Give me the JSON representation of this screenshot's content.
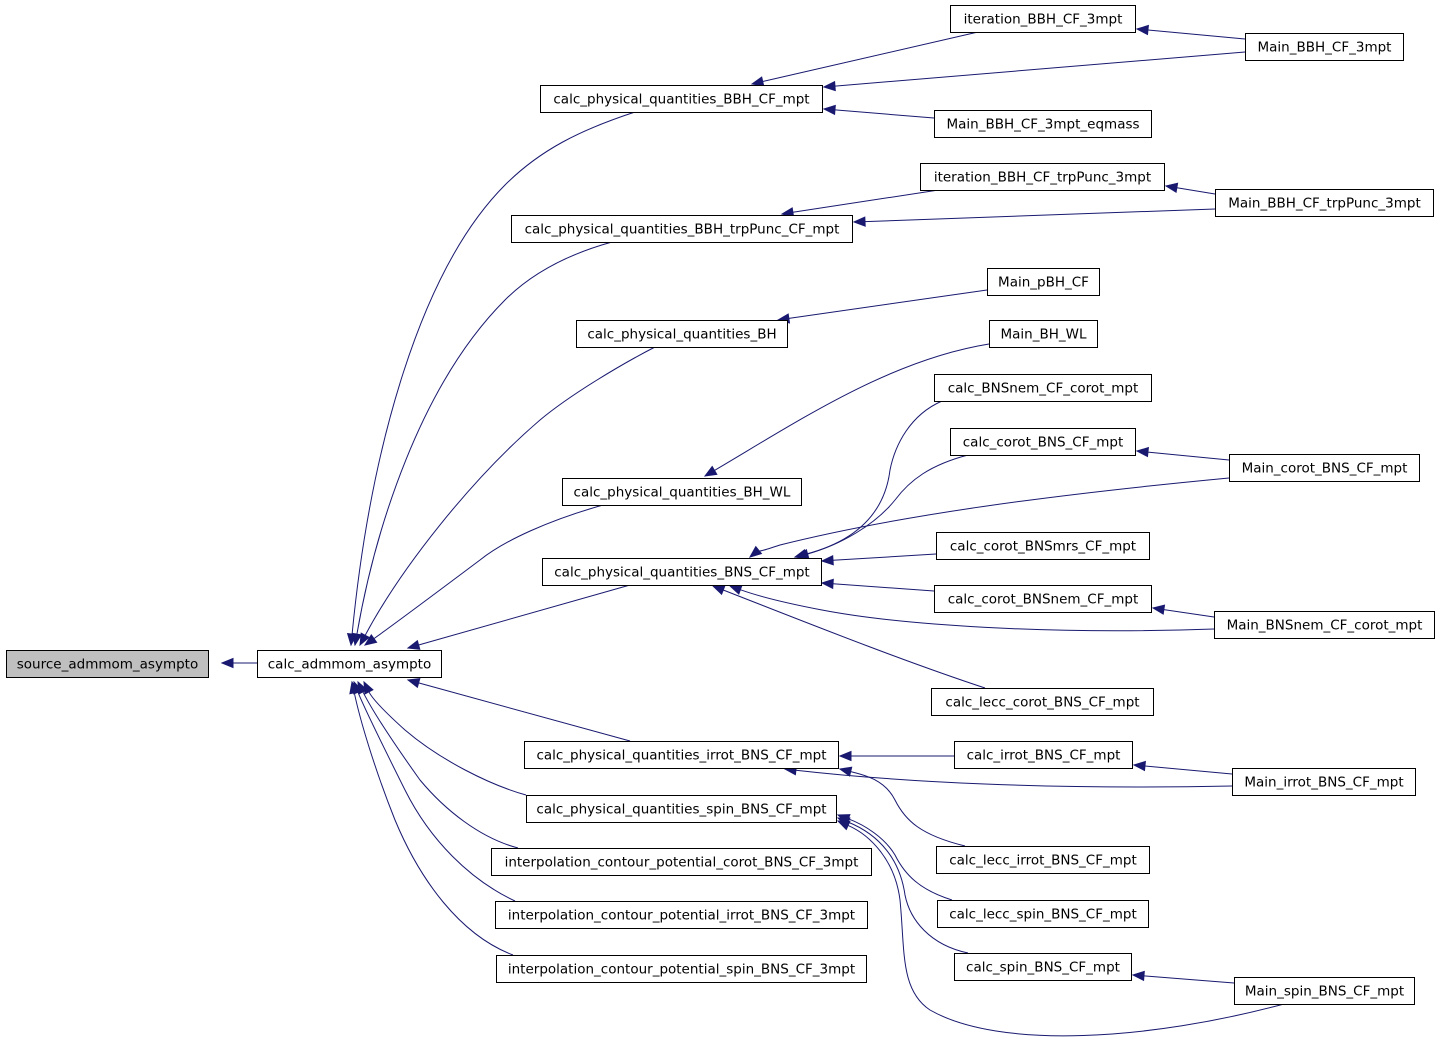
{
  "nodes": [
    {
      "id": "source_admmom_asympto",
      "label": "source_admmom_asympto",
      "highlight": true
    },
    {
      "id": "calc_admmom_asympto",
      "label": "calc_admmom_asympto"
    },
    {
      "id": "cpq_BBH_CF",
      "label": "calc_physical_quantities_BBH_CF_mpt"
    },
    {
      "id": "cpq_BBH_trp",
      "label": "calc_physical_quantities_BBH_trpPunc_CF_mpt"
    },
    {
      "id": "cpq_BH",
      "label": "calc_physical_quantities_BH"
    },
    {
      "id": "cpq_BH_WL",
      "label": "calc_physical_quantities_BH_WL"
    },
    {
      "id": "cpq_BNS",
      "label": "calc_physical_quantities_BNS_CF_mpt"
    },
    {
      "id": "cpq_irrot",
      "label": "calc_physical_quantities_irrot_BNS_CF_mpt"
    },
    {
      "id": "cpq_spin",
      "label": "calc_physical_quantities_spin_BNS_CF_mpt"
    },
    {
      "id": "icp_corot",
      "label": "interpolation_contour_potential_corot_BNS_CF_3mpt"
    },
    {
      "id": "icp_irrot",
      "label": "interpolation_contour_potential_irrot_BNS_CF_3mpt"
    },
    {
      "id": "icp_spin",
      "label": "interpolation_contour_potential_spin_BNS_CF_3mpt"
    },
    {
      "id": "it_BBH_3mpt",
      "label": "iteration_BBH_CF_3mpt"
    },
    {
      "id": "Main_BBH_eqmass",
      "label": "Main_BBH_CF_3mpt_eqmass"
    },
    {
      "id": "it_BBH_trp",
      "label": "iteration_BBH_CF_trpPunc_3mpt"
    },
    {
      "id": "Main_pBH",
      "label": "Main_pBH_CF"
    },
    {
      "id": "Main_BH_WL",
      "label": "Main_BH_WL"
    },
    {
      "id": "c_BNSnem_corot",
      "label": "calc_BNSnem_CF_corot_mpt"
    },
    {
      "id": "c_corot_BNS",
      "label": "calc_corot_BNS_CF_mpt"
    },
    {
      "id": "c_corot_BNSmrs",
      "label": "calc_corot_BNSmrs_CF_mpt"
    },
    {
      "id": "c_corot_BNSnem",
      "label": "calc_corot_BNSnem_CF_mpt"
    },
    {
      "id": "c_lecc_corot",
      "label": "calc_lecc_corot_BNS_CF_mpt"
    },
    {
      "id": "c_irrot_BNS",
      "label": "calc_irrot_BNS_CF_mpt"
    },
    {
      "id": "c_lecc_irrot",
      "label": "calc_lecc_irrot_BNS_CF_mpt"
    },
    {
      "id": "c_lecc_spin",
      "label": "calc_lecc_spin_BNS_CF_mpt"
    },
    {
      "id": "c_spin_BNS",
      "label": "calc_spin_BNS_CF_mpt"
    },
    {
      "id": "Main_BBH_3mpt",
      "label": "Main_BBH_CF_3mpt"
    },
    {
      "id": "Main_BBH_trp",
      "label": "Main_BBH_CF_trpPunc_3mpt"
    },
    {
      "id": "Main_corot",
      "label": "Main_corot_BNS_CF_mpt"
    },
    {
      "id": "Main_BNSnem",
      "label": "Main_BNSnem_CF_corot_mpt"
    },
    {
      "id": "Main_irrot",
      "label": "Main_irrot_BNS_CF_mpt"
    },
    {
      "id": "Main_spin",
      "label": "Main_spin_BNS_CF_mpt"
    }
  ],
  "edges": [
    {
      "from": "calc_admmom_asympto",
      "to": "source_admmom_asympto"
    },
    {
      "from": "cpq_BBH_CF",
      "to": "calc_admmom_asympto"
    },
    {
      "from": "cpq_BBH_trp",
      "to": "calc_admmom_asympto"
    },
    {
      "from": "cpq_BH",
      "to": "calc_admmom_asympto"
    },
    {
      "from": "cpq_BH_WL",
      "to": "calc_admmom_asympto"
    },
    {
      "from": "cpq_BNS",
      "to": "calc_admmom_asympto"
    },
    {
      "from": "cpq_irrot",
      "to": "calc_admmom_asympto"
    },
    {
      "from": "cpq_spin",
      "to": "calc_admmom_asympto"
    },
    {
      "from": "icp_corot",
      "to": "calc_admmom_asympto"
    },
    {
      "from": "icp_irrot",
      "to": "calc_admmom_asympto"
    },
    {
      "from": "icp_spin",
      "to": "calc_admmom_asympto"
    },
    {
      "from": "it_BBH_3mpt",
      "to": "cpq_BBH_CF"
    },
    {
      "from": "Main_BBH_3mpt",
      "to": "cpq_BBH_CF"
    },
    {
      "from": "Main_BBH_eqmass",
      "to": "cpq_BBH_CF"
    },
    {
      "from": "Main_BBH_3mpt",
      "to": "it_BBH_3mpt"
    },
    {
      "from": "it_BBH_trp",
      "to": "cpq_BBH_trp"
    },
    {
      "from": "Main_BBH_trp",
      "to": "cpq_BBH_trp"
    },
    {
      "from": "Main_BBH_trp",
      "to": "it_BBH_trp"
    },
    {
      "from": "Main_pBH",
      "to": "cpq_BH"
    },
    {
      "from": "Main_BH_WL",
      "to": "cpq_BH_WL"
    },
    {
      "from": "c_BNSnem_corot",
      "to": "cpq_BNS"
    },
    {
      "from": "c_corot_BNS",
      "to": "cpq_BNS"
    },
    {
      "from": "Main_corot",
      "to": "cpq_BNS"
    },
    {
      "from": "c_corot_BNSmrs",
      "to": "cpq_BNS"
    },
    {
      "from": "c_corot_BNSnem",
      "to": "cpq_BNS"
    },
    {
      "from": "Main_BNSnem",
      "to": "cpq_BNS"
    },
    {
      "from": "c_lecc_corot",
      "to": "cpq_BNS"
    },
    {
      "from": "Main_corot",
      "to": "c_corot_BNS"
    },
    {
      "from": "Main_BNSnem",
      "to": "c_corot_BNSnem"
    },
    {
      "from": "c_irrot_BNS",
      "to": "cpq_irrot"
    },
    {
      "from": "Main_irrot",
      "to": "cpq_irrot"
    },
    {
      "from": "c_lecc_irrot",
      "to": "cpq_irrot"
    },
    {
      "from": "Main_irrot",
      "to": "c_irrot_BNS"
    },
    {
      "from": "c_lecc_spin",
      "to": "cpq_spin"
    },
    {
      "from": "c_spin_BNS",
      "to": "cpq_spin"
    },
    {
      "from": "Main_spin",
      "to": "cpq_spin"
    },
    {
      "from": "Main_spin",
      "to": "c_spin_BNS"
    }
  ],
  "colors": {
    "edge": "#191970",
    "root_fill": "#bfbfbf",
    "node_fill": "#ffffff",
    "border": "#000000"
  }
}
